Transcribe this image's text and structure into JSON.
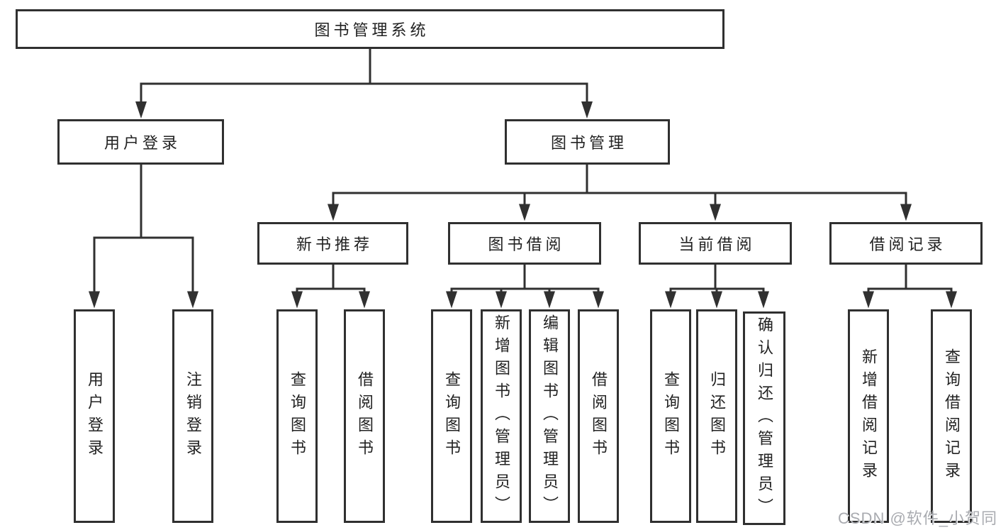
{
  "tree": {
    "root": {
      "label": "图书管理系统"
    },
    "children": [
      {
        "label": "用户登录",
        "children": [
          {
            "label": "用户登录"
          },
          {
            "label": "注销登录"
          }
        ]
      },
      {
        "label": "图书管理",
        "children": [
          {
            "label": "新书推荐",
            "children": [
              {
                "label": "查询图书"
              },
              {
                "label": "借阅图书"
              }
            ]
          },
          {
            "label": "图书借阅",
            "children": [
              {
                "label": "查询图书"
              },
              {
                "label": "新增图书（管理员）"
              },
              {
                "label": "编辑图书（管理员）"
              },
              {
                "label": "借阅图书"
              }
            ]
          },
          {
            "label": "当前借阅",
            "children": [
              {
                "label": "查询图书"
              },
              {
                "label": "归还图书"
              },
              {
                "label": "确认归还（管理员）"
              }
            ]
          },
          {
            "label": "借阅记录",
            "children": [
              {
                "label": "新增借阅记录"
              },
              {
                "label": "查询借阅记录"
              }
            ]
          }
        ]
      }
    ]
  },
  "watermark": "CSDN @软件_小贺同学",
  "colors": {
    "line": "#303030",
    "text": "#222222",
    "watermark": "#a9abb0",
    "background": "#ffffff"
  }
}
